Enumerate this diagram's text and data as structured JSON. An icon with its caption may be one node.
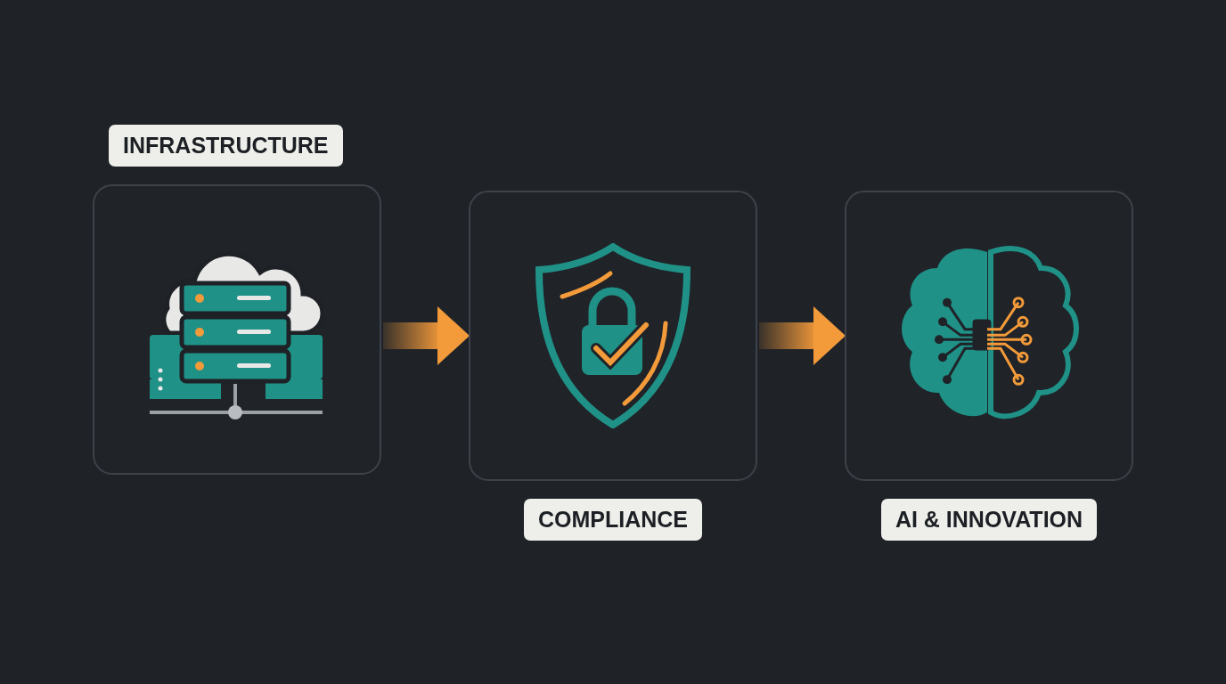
{
  "diagram": {
    "nodes": [
      {
        "text": [
          "INFRASTRUCTURE"
        ]
      },
      {
        "text": [
          "COMPLIANCE"
        ]
      },
      {
        "text": [
          "AI & INNOVATION"
        ]
      }
    ],
    "edges": [
      {
        "from": 0,
        "to": 1,
        "arrow": "to",
        "style": "thick"
      },
      {
        "from": 1,
        "to": 2,
        "arrow": "to",
        "style": "thick"
      }
    ]
  }
}
